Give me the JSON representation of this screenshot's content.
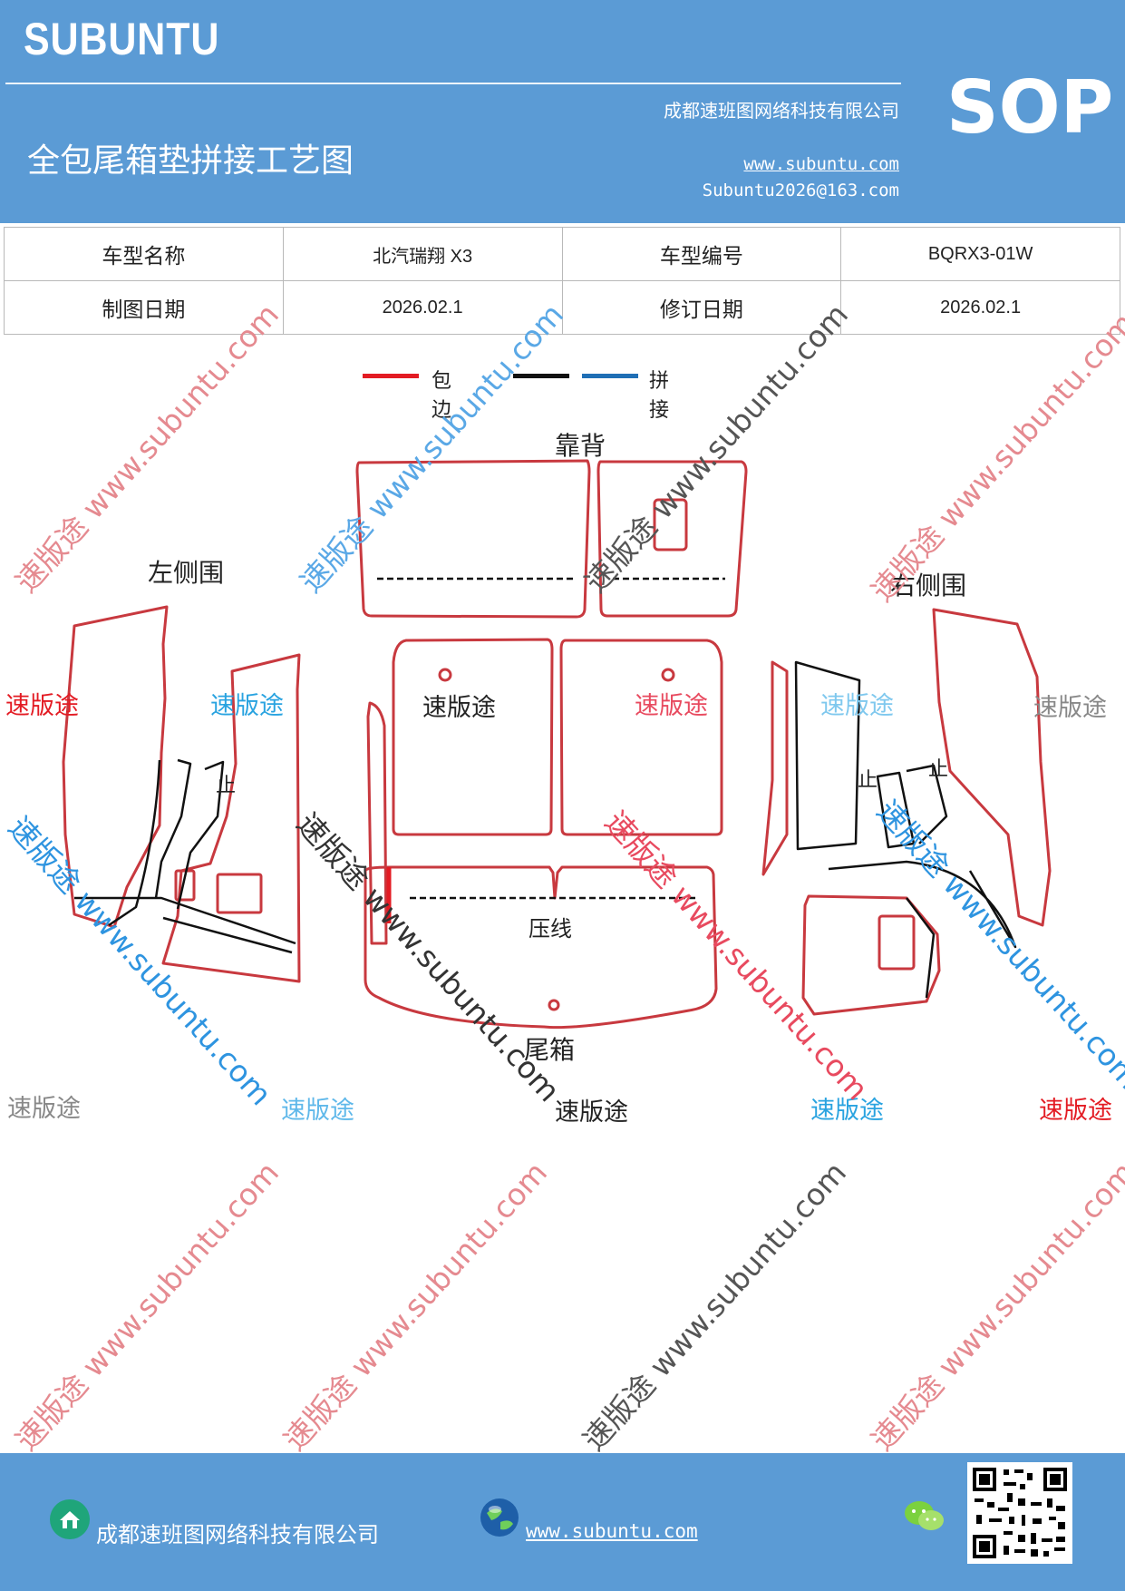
{
  "header": {
    "brand": "SUBUNTU",
    "badge": "SOP",
    "company": "成都速班图网络科技有限公司",
    "title": "全包尾箱垫拼接工艺图",
    "website": "www.subuntu.com",
    "email": "Subuntu2026@163.com"
  },
  "info_table": {
    "row1": {
      "model_name_label": "车型名称",
      "model_name_value": "北汽瑞翔 X3",
      "model_code_label": "车型编号",
      "model_code_value": "BQRX3-01W"
    },
    "row2": {
      "draw_date_label": "制图日期",
      "draw_date_value": "2026.02.1",
      "revise_date_label": "修订日期",
      "revise_date_value": "2026.02.1"
    }
  },
  "legend": {
    "edge_label": "包边",
    "join_label": "拼接",
    "colors": {
      "edge": "#e31b23",
      "black": "#111111",
      "join": "#1f6fb5"
    }
  },
  "diagram_labels": {
    "backrest": "靠背",
    "left_side": "左侧围",
    "right_side": "右侧围",
    "press_line": "压线",
    "trunk": "尾箱",
    "stop_left": "止",
    "stop_right_a": "止",
    "stop_right_b": "止"
  },
  "watermarks": {
    "brand_cn": "速版途",
    "diagonal_text": "速版途 www.subuntu.com",
    "diagonal_text_down": "速版途 www.subuntu.com"
  },
  "footer": {
    "company": "成都速班图网络科技有限公司",
    "website": "www.subuntu.com",
    "icons": [
      "home-badge-icon",
      "globe-icon",
      "wechat-icon",
      "qr-code"
    ]
  }
}
